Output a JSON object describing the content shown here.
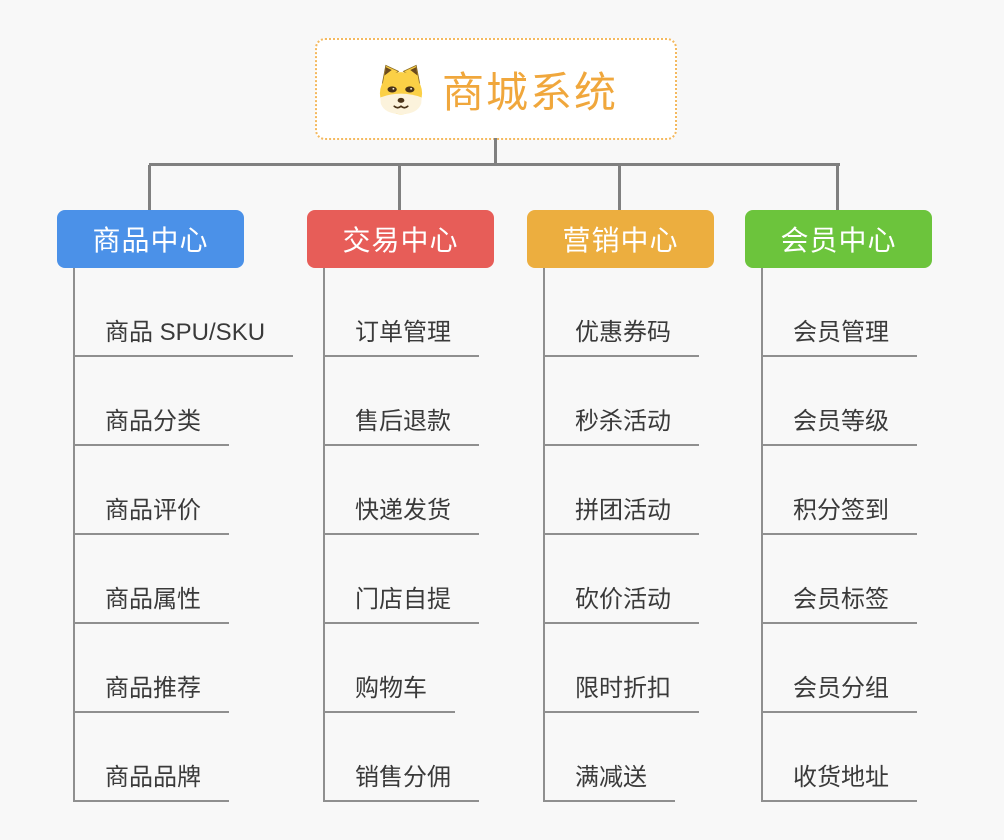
{
  "root": {
    "title": "商城系统",
    "icon": "doge-icon",
    "accent_color": "#f0a73c",
    "border_color": "#f4b95f"
  },
  "branches": [
    {
      "label": "商品中心",
      "color": "#4b91e8",
      "items": [
        "商品 SPU/SKU",
        "商品分类",
        "商品评价",
        "商品属性",
        "商品推荐",
        "商品品牌"
      ]
    },
    {
      "label": "交易中心",
      "color": "#e75d58",
      "items": [
        "订单管理",
        "售后退款",
        "快递发货",
        "门店自提",
        "购物车",
        "销售分佣"
      ]
    },
    {
      "label": "营销中心",
      "color": "#ecae3f",
      "items": [
        "优惠券码",
        "秒杀活动",
        "拼团活动",
        "砍价活动",
        "限时折扣",
        "满减送"
      ]
    },
    {
      "label": "会员中心",
      "color": "#6cc43c",
      "items": [
        "会员管理",
        "会员等级",
        "积分签到",
        "会员标签",
        "会员分组",
        "收货地址"
      ]
    }
  ]
}
